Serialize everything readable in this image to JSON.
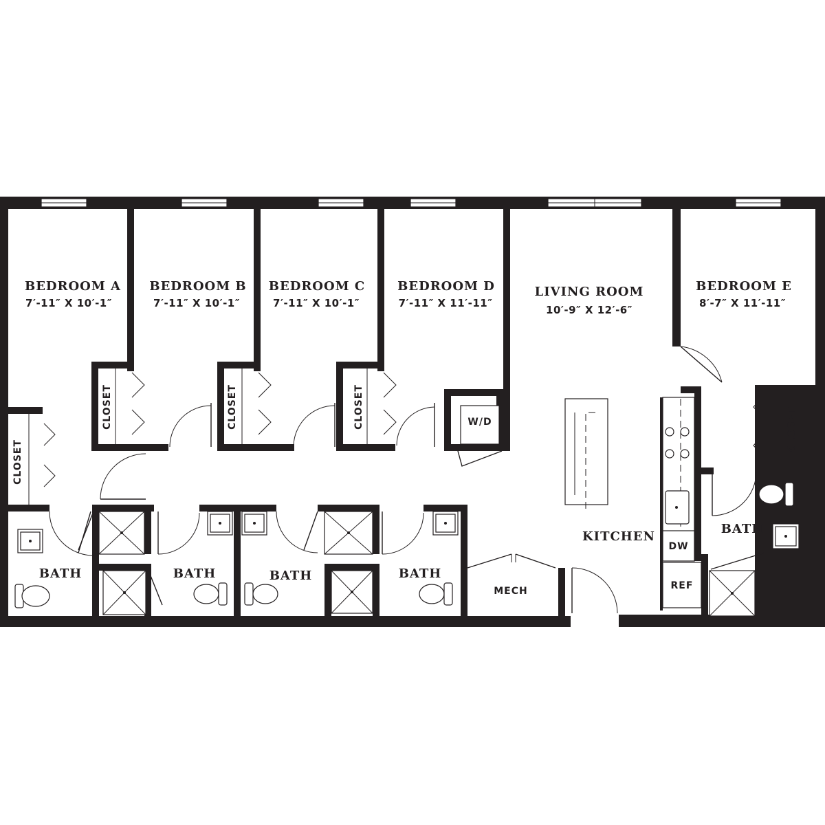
{
  "rooms": {
    "bedroom_a": {
      "name": "BEDROOM A",
      "dims": "7′-11″ X 10′-1″"
    },
    "bedroom_b": {
      "name": "BEDROOM B",
      "dims": "7′-11″ X 10′-1″"
    },
    "bedroom_c": {
      "name": "BEDROOM C",
      "dims": "7′-11″ X 10′-1″"
    },
    "bedroom_d": {
      "name": "BEDROOM D",
      "dims": "7′-11″ X 11′-11″"
    },
    "living_room": {
      "name": "LIVING ROOM",
      "dims": "10′-9″ X 12′-6″"
    },
    "bedroom_e": {
      "name": "BEDROOM E",
      "dims": "8′-7″ X 11′-11″"
    },
    "kitchen": {
      "name": "KITCHEN"
    },
    "mech": {
      "name": "MECH"
    },
    "wd": {
      "name": "W/D"
    },
    "dw": {
      "name": "DW"
    },
    "ref": {
      "name": "REF"
    }
  },
  "closet_label": "CLOSET",
  "bath_label": "BATH",
  "colors": {
    "wall": "#231f20",
    "background": "#ffffff"
  }
}
